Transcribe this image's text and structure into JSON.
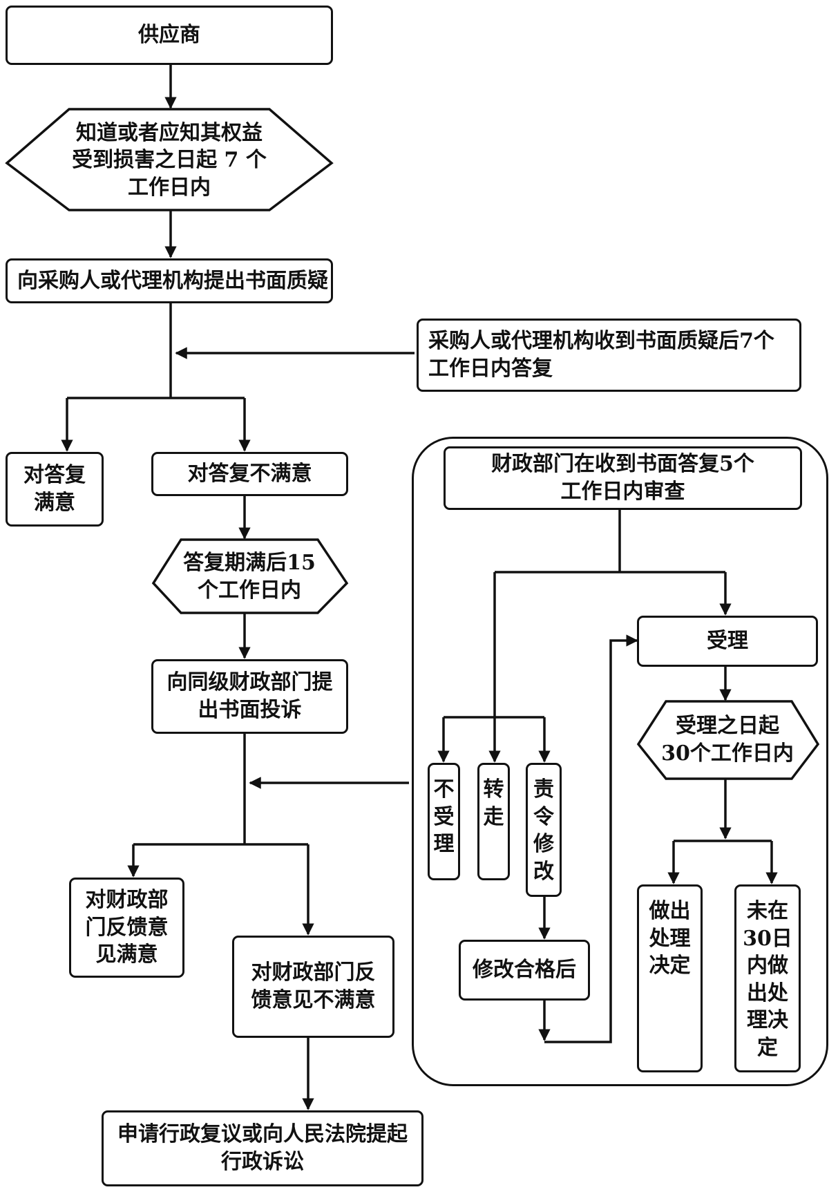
{
  "nodes": {
    "supplier": "供应商",
    "deadline_7_days": "知道或者应知其权益\n受到损害之日起 7 个\n工作日内",
    "written_query": "向采购人或代理机构提出书面质疑",
    "reply_7_days": "采购人或代理机构收到书面质疑后7个\n工作日内答复",
    "reply_satisfied": "对答复\n满意",
    "reply_unsatisfied": "对答复不满意",
    "deadline_15_days": "答复期满后15\n个工作日内",
    "written_complaint": "向同级财政部门提\n出书面投诉",
    "finance_review": "财政部门在收到书面答复5个\n工作日内审查",
    "accept": "受理",
    "deadline_30_days": "受理之日起\n30个工作日内",
    "not_accept": "不\n受\n理",
    "transfer": "转\n走",
    "order_revision": "责\n令\n修\n改",
    "after_revision": "修改合格后",
    "decision_made": "做出\n处理\n决定",
    "no_decision_30_days": "未在\n30日\n内做\n出处\n理决\n定",
    "feedback_satisfied": "对财政部\n门反馈意\n见满意",
    "feedback_unsatisfied": "对财政部门反\n馈意见不满意",
    "litigation": "申请行政复议或向人民法院提起\n行政诉讼"
  },
  "colors": {
    "stroke": "#111111",
    "background": "#ffffff"
  }
}
